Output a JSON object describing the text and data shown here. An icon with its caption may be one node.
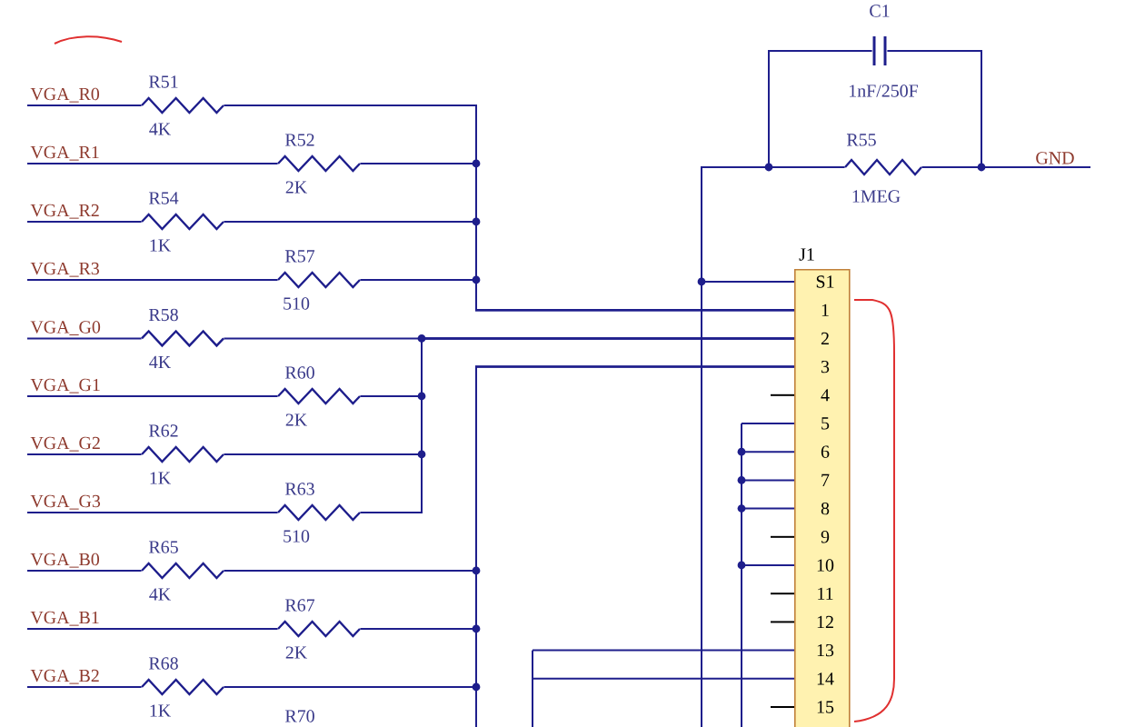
{
  "diagram": {
    "nodes": [
      {
        "text": [
          "VGA_R0"
        ]
      },
      {
        "text": [
          "VGA_R1"
        ]
      },
      {
        "text": [
          "VGA_R2"
        ]
      },
      {
        "text": [
          "VGA_R3"
        ]
      },
      {
        "text": [
          "VGA_G0"
        ]
      },
      {
        "text": [
          "VGA_G1"
        ]
      },
      {
        "text": [
          "VGA_G2"
        ]
      },
      {
        "text": [
          "VGA_G3"
        ]
      },
      {
        "text": [
          "VGA_B0"
        ]
      },
      {
        "text": [
          "VGA_B1"
        ]
      },
      {
        "text": [
          "VGA_B2"
        ]
      },
      {
        "text": [
          "R51",
          "4K"
        ]
      },
      {
        "text": [
          "R52",
          "2K"
        ]
      },
      {
        "text": [
          "R54",
          "1K"
        ]
      },
      {
        "text": [
          "R57",
          "510"
        ]
      },
      {
        "text": [
          "R58",
          "4K"
        ]
      },
      {
        "text": [
          "R60",
          "2K"
        ]
      },
      {
        "text": [
          "R62",
          "1K"
        ]
      },
      {
        "text": [
          "R63",
          "510"
        ]
      },
      {
        "text": [
          "R65",
          "4K"
        ]
      },
      {
        "text": [
          "R67",
          "2K"
        ]
      },
      {
        "text": [
          "R68",
          "1K"
        ]
      },
      {
        "text": [
          "R70"
        ]
      },
      {
        "text": [
          "C1",
          "1nF/250F"
        ]
      },
      {
        "text": [
          "R55",
          "1MEG"
        ]
      },
      {
        "text": [
          "GND"
        ]
      },
      {
        "text": [
          "J1",
          "S1",
          "1",
          "2",
          "3",
          "4",
          "5",
          "6",
          "7",
          "8",
          "9",
          "10",
          "11",
          "12",
          "13",
          "14",
          "15"
        ]
      }
    ],
    "edges": [
      {
        "from": 0,
        "to": 11,
        "arrow": "none"
      },
      {
        "from": 1,
        "to": 12,
        "arrow": "none"
      },
      {
        "from": 2,
        "to": 13,
        "arrow": "none"
      },
      {
        "from": 3,
        "to": 14,
        "arrow": "none"
      },
      {
        "from": 4,
        "to": 15,
        "arrow": "none"
      },
      {
        "from": 5,
        "to": 16,
        "arrow": "none"
      },
      {
        "from": 6,
        "to": 17,
        "arrow": "none"
      },
      {
        "from": 7,
        "to": 18,
        "arrow": "none"
      },
      {
        "from": 8,
        "to": 19,
        "arrow": "none"
      },
      {
        "from": 9,
        "to": 20,
        "arrow": "none"
      },
      {
        "from": 10,
        "to": 21,
        "arrow": "none"
      },
      {
        "from": 11,
        "to": 26,
        "arrow": "none"
      },
      {
        "from": 12,
        "to": 26,
        "arrow": "none"
      },
      {
        "from": 13,
        "to": 26,
        "arrow": "none"
      },
      {
        "from": 14,
        "to": 26,
        "arrow": "none"
      },
      {
        "from": 15,
        "to": 26,
        "arrow": "none"
      },
      {
        "from": 16,
        "to": 26,
        "arrow": "none"
      },
      {
        "from": 17,
        "to": 26,
        "arrow": "none"
      },
      {
        "from": 18,
        "to": 26,
        "arrow": "none"
      },
      {
        "from": 19,
        "to": 26,
        "arrow": "none"
      },
      {
        "from": 20,
        "to": 26,
        "arrow": "none"
      },
      {
        "from": 21,
        "to": 26,
        "arrow": "none"
      },
      {
        "from": 23,
        "to": 26,
        "arrow": "none"
      },
      {
        "from": 24,
        "to": 26,
        "arrow": "none"
      },
      {
        "from": 23,
        "to": 25,
        "arrow": "none"
      },
      {
        "from": 24,
        "to": 25,
        "arrow": "none"
      }
    ]
  }
}
